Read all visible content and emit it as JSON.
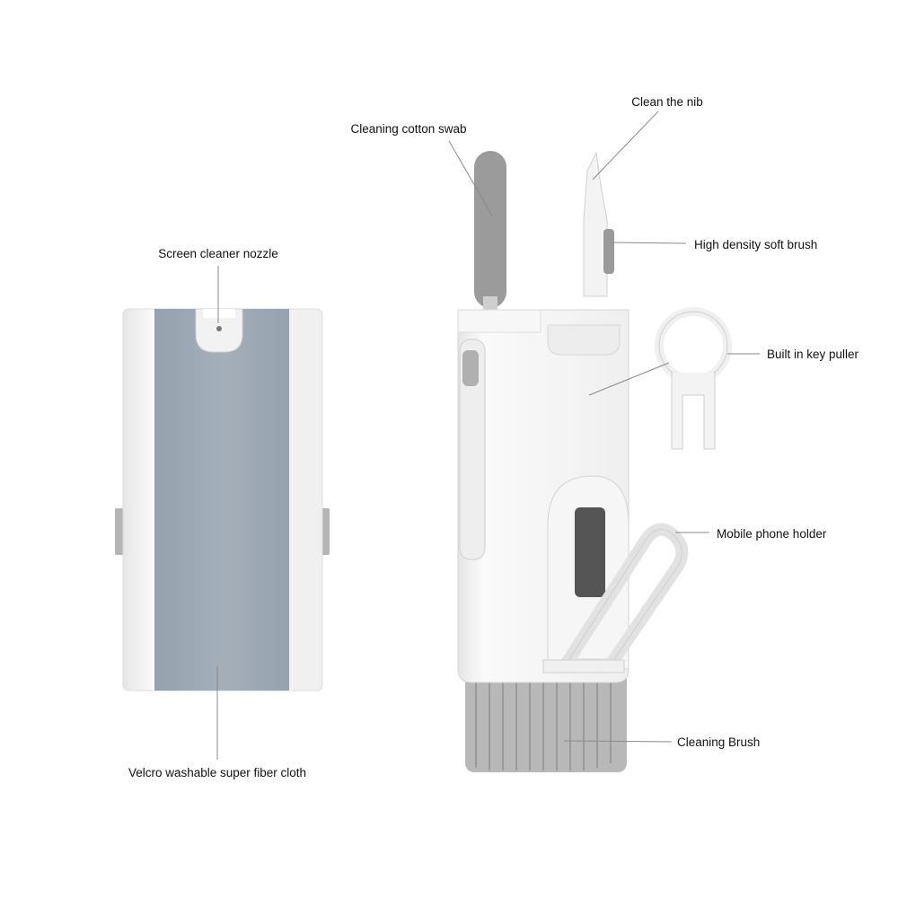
{
  "colors": {
    "body_white": "#f4f4f4",
    "cloth_blue_gray": "#9aa6b2",
    "brush_gray": "#b7b7b7",
    "swab_gray": "#9b9b9b",
    "leader_line": "#8a8a8a"
  },
  "labels": {
    "screen_cleaner_nozzle": "Screen cleaner nozzle",
    "velcro_cloth": "Velcro washable super fiber cloth",
    "cotton_swab": "Cleaning cotton swab",
    "clean_nib": "Clean the nib",
    "soft_brush": "High density soft brush",
    "key_puller": "Built in key puller",
    "phone_holder": "Mobile phone holder",
    "cleaning_brush": "Cleaning Brush"
  }
}
